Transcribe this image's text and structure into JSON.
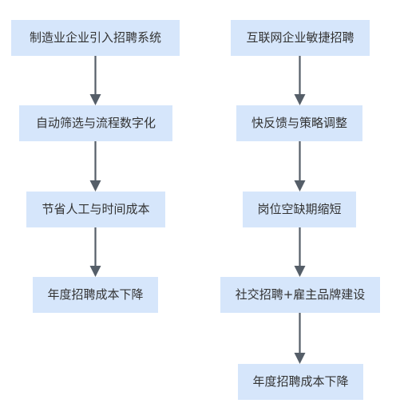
{
  "left_flow": {
    "steps": [
      "制造业企业引入招聘系统",
      "自动筛选与流程数字化",
      "节省人工与时间成本",
      "年度招聘成本下降"
    ]
  },
  "right_flow": {
    "steps": [
      "互联网企业敏捷招聘",
      "快反馈与策略调整",
      "岗位空缺期缩短",
      "社交招聘+雇主品牌建设",
      "年度招聘成本下降"
    ]
  },
  "colors": {
    "node_fill": "#d6e6fb",
    "node_text": "#333333",
    "arrow": "#555e68",
    "background": "#ffffff"
  }
}
